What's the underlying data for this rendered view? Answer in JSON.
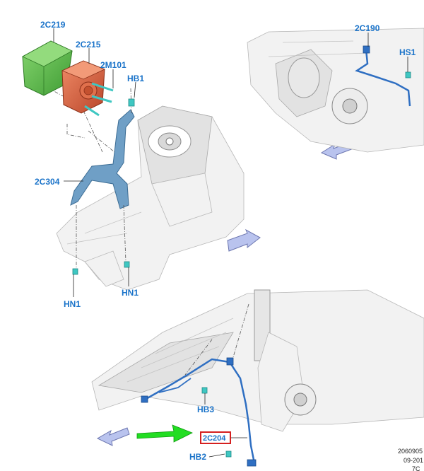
{
  "callouts": {
    "module_2c219": "2C219",
    "module_2c215": "2C215",
    "bolt_2m101": "2M101",
    "bolt_hb1": "HB1",
    "bracket_2c304": "2C304",
    "nut_hn1_left": "HN1",
    "nut_hn1_right": "HN1",
    "sensor_2c190": "2C190",
    "bolt_hs1": "HS1",
    "bolt_hb3": "HB3",
    "bolt_hb2": "HB2",
    "sensor_2c204": "2C204"
  },
  "reference": {
    "line1": "2060905",
    "line2": "09-201",
    "line3": "7C"
  },
  "colors": {
    "callout_text": "#1a73c9",
    "abs_module": "#56b847",
    "hydraulic_unit": "#d8603e",
    "bracket": "#6f9fc6",
    "harness": "#2f6fc2",
    "fastener": "#3fc7c2",
    "highlight_box": "#d42020",
    "green_arrow": "#22dd22",
    "direction_arrow": "#b9c3ee"
  },
  "icons": {
    "direction_arrows": "double-outline-arrow-icon",
    "pointer_arrow": "green-pointer-arrow-icon"
  }
}
